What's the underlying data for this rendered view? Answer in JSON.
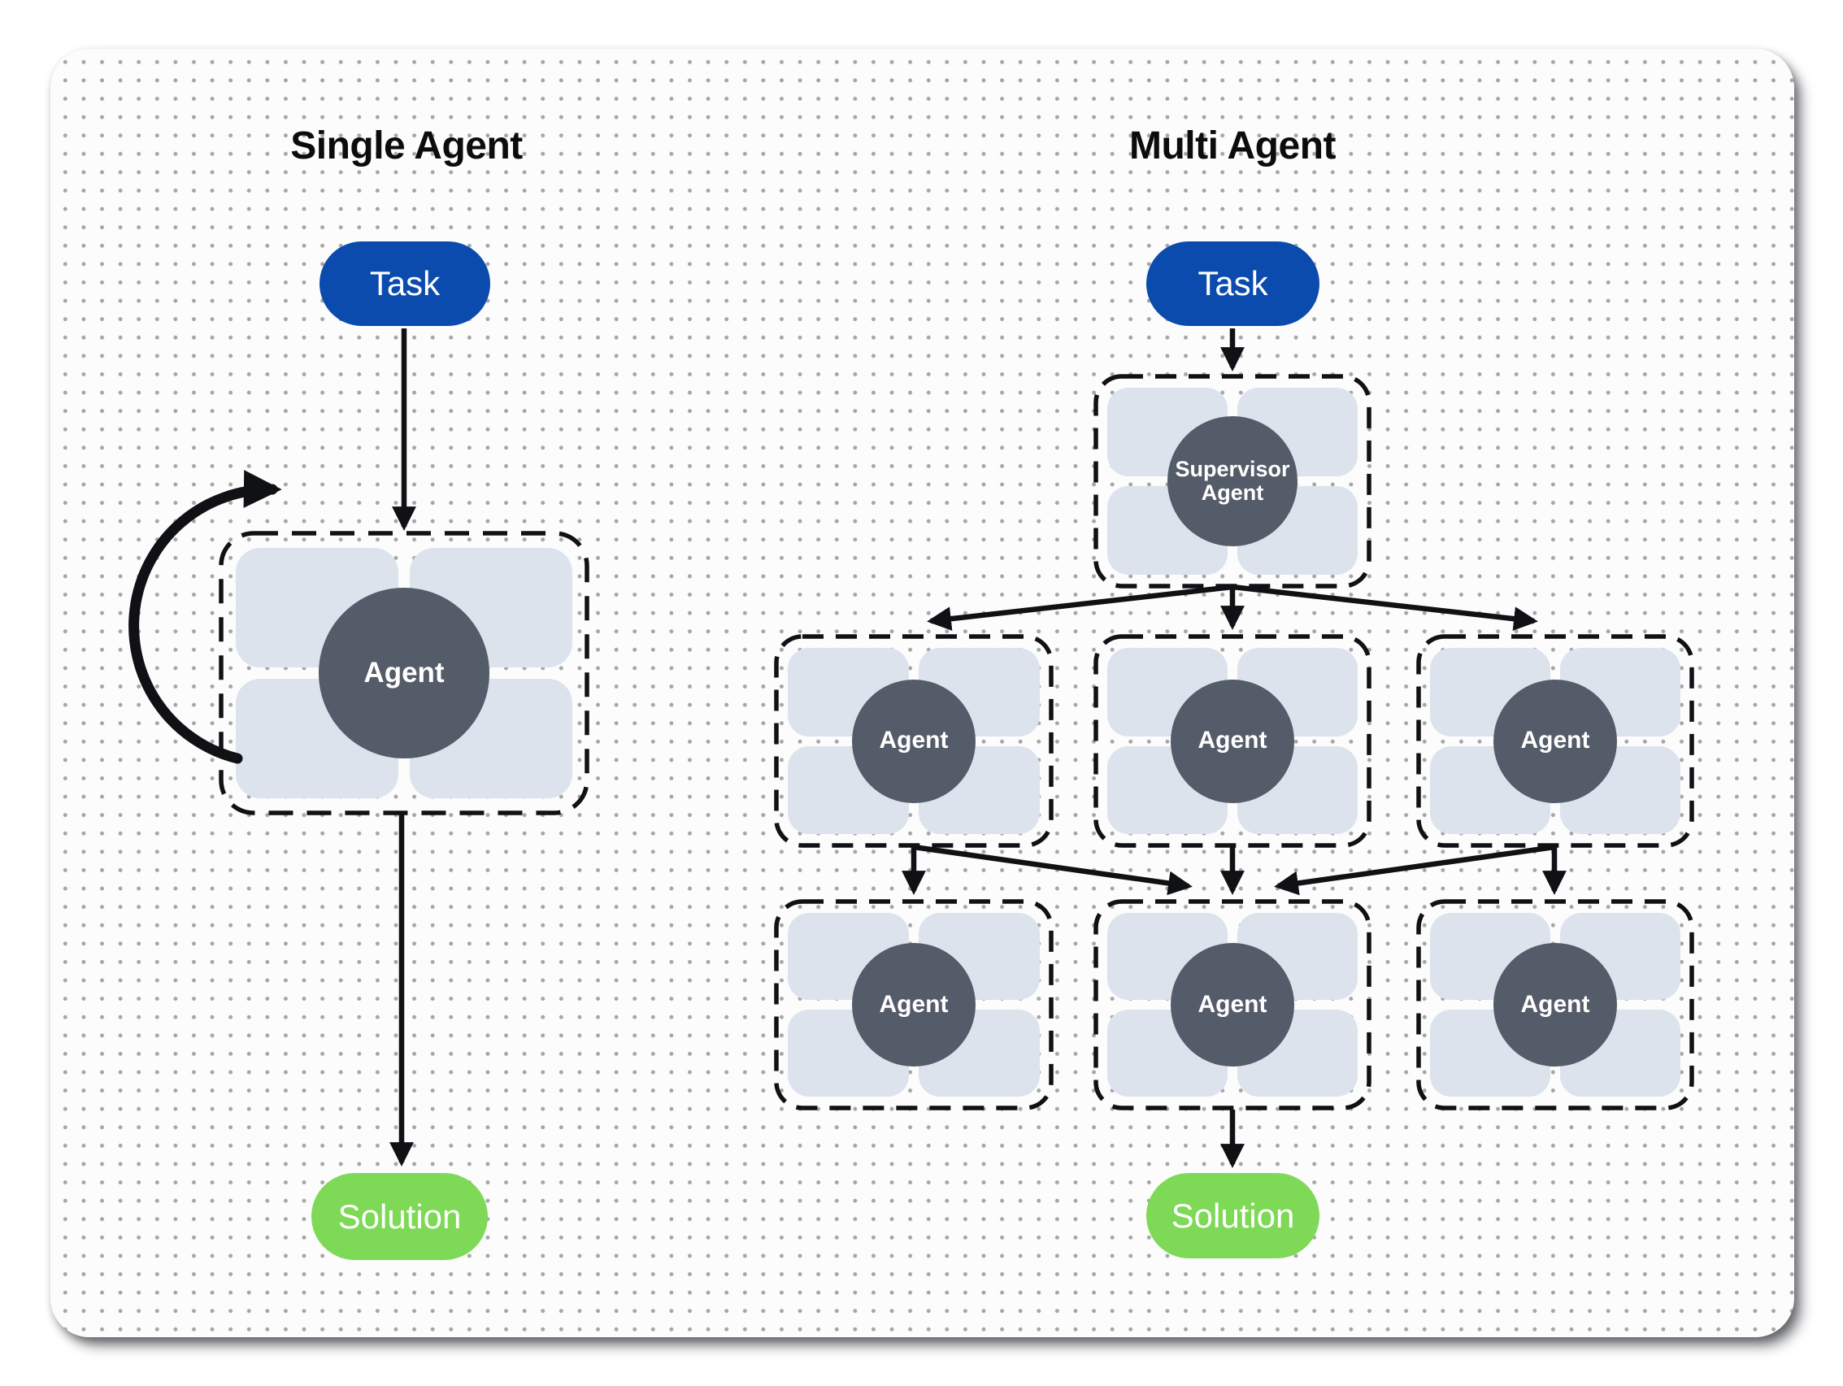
{
  "titles": {
    "single": "Single Agent",
    "multi": "Multi Agent"
  },
  "nodes": {
    "single_task": "Task",
    "single_agent": "Agent",
    "single_solution": "Solution",
    "multi_task": "Task",
    "supervisor_line1": "Supervisor",
    "supervisor_line2": "Agent",
    "multi_agents": [
      "Agent",
      "Agent",
      "Agent",
      "Agent",
      "Agent",
      "Agent"
    ],
    "multi_solution": "Solution"
  },
  "colors": {
    "task-blue": "#0b4bad",
    "solution-green": "#7ed957",
    "agent-slate": "#555c69",
    "tile": "#dce3ed",
    "ink": "#101114",
    "card": "#fcfcfc",
    "dot": "#a5a5a5"
  }
}
